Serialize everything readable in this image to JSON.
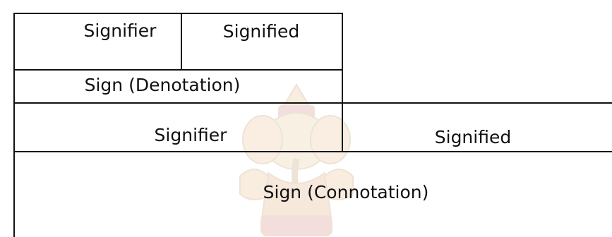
{
  "denotation": {
    "signifier": "Signifier",
    "signified": "Signified",
    "sign": "Sign (Denotation)"
  },
  "connotation": {
    "signifier": "Signifier",
    "signified": "Signified",
    "sign": "Sign (Connotation)"
  },
  "watermark_icon": "ganesha-watermark-icon",
  "colors": {
    "border": "#111111",
    "background": "#ffffff",
    "watermark": "#c9a15a"
  }
}
